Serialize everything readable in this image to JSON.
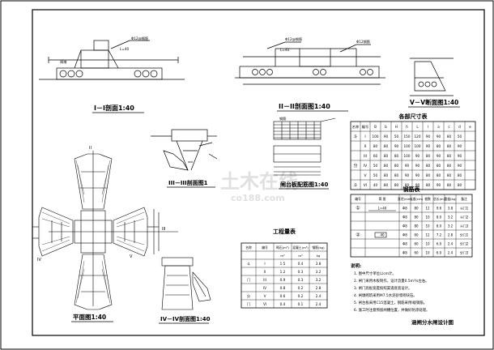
{
  "drawing": {
    "border_color": "#000000",
    "watermark": {
      "main": "土木在线",
      "sub": "co188.com",
      "color": "#c8c8c8"
    },
    "title": "涵闸分水闸设计图"
  },
  "views": {
    "section_1": "I－I剖面1:40",
    "section_2": "II－II剖面图1:40",
    "section_5": "V－V断面图1:40",
    "section_3": "III－III剖面图1",
    "rebar_detail": "闸台板配筋图1:40",
    "plan": "平面图1:40",
    "section_4": "IV－IV剖面图1:40"
  },
  "callouts": {
    "rebar_1": "Φ12@钢筋",
    "length_1": "L=40",
    "rebar_2": "Φ12@钢筋",
    "length_2": "L=40",
    "rebar_3": "Φ12钢筋",
    "rebar_4": "钢筋",
    "left_label": "闸墩",
    "iii_mark": "III",
    "ii_mark": "II",
    "v_mark": "V",
    "iv_mark": "IV"
  },
  "size_table": {
    "title": "各部尺寸表",
    "headers": [
      "名称",
      "编号",
      "B",
      "b",
      "H",
      "h",
      "L",
      "l",
      "a",
      "c",
      "d",
      "e"
    ],
    "rows": [
      {
        "group": "斗",
        "no": "I",
        "vals": [
          "100",
          "90",
          "50",
          "150",
          "120",
          "90",
          "90",
          "80",
          "50"
        ]
      },
      {
        "group": "",
        "no": "II",
        "vals": [
          "80",
          "80",
          "90",
          "100",
          "100",
          "90",
          "80",
          "80",
          "90"
        ]
      },
      {
        "group": "",
        "no": "III",
        "vals": [
          "60",
          "80",
          "80",
          "100",
          "90",
          "80",
          "90",
          "80",
          "90"
        ]
      },
      {
        "group": "分",
        "no": "IV",
        "vals": [
          "50",
          "80",
          "80",
          "90",
          "90",
          "80",
          "80",
          "80",
          "90"
        ]
      },
      {
        "group": "",
        "no": "V",
        "vals": [
          "50",
          "80",
          "80",
          "90",
          "90",
          "80",
          "80",
          "80",
          "80"
        ]
      },
      {
        "group": "斗",
        "no": "VI",
        "vals": [
          "40",
          "80",
          "80",
          "80",
          "90",
          "80",
          "90",
          "80",
          "80"
        ]
      }
    ]
  },
  "rebar_table": {
    "title": "钢筋表",
    "headers": [
      "编号",
      "简 图",
      "直径(mm)",
      "长度(cm)",
      "根数",
      "总长(m)",
      "重量(kg)",
      "备注"
    ],
    "rows": [
      {
        "no": "①",
        "sketch": "L=40",
        "d": "Φ8",
        "len": "80",
        "n": "12",
        "tot": "9.6",
        "w": "3.8",
        "note": "斗门1"
      },
      {
        "no": "",
        "sketch": "",
        "d": "Φ8",
        "len": "80",
        "n": "10",
        "tot": "8.0",
        "w": "3.2",
        "note": "斗门2"
      },
      {
        "no": "",
        "sketch": "",
        "d": "Φ8",
        "len": "80",
        "n": "10",
        "tot": "8.0",
        "w": "3.2",
        "note": "斗门3"
      },
      {
        "no": "②",
        "sketch": "40",
        "d": "Φ8",
        "len": "60",
        "n": "12",
        "tot": "7.2",
        "w": "2.8",
        "note": "分门1"
      },
      {
        "no": "",
        "sketch": "",
        "d": "Φ8",
        "len": "60",
        "n": "10",
        "tot": "6.0",
        "w": "2.4",
        "note": "分门2"
      },
      {
        "no": "",
        "sketch": "",
        "d": "Φ8",
        "len": "60",
        "n": "10",
        "tot": "6.0",
        "w": "2.4",
        "note": "分门3"
      }
    ]
  },
  "quantity_table": {
    "title": "工程量表",
    "headers": [
      "名称",
      "编号",
      "砌石(m³)",
      "混凝土(m³)",
      "钢筋(kg)"
    ],
    "units": [
      "",
      "",
      "m³",
      "m³",
      "kg"
    ],
    "rows": [
      {
        "group": "斗",
        "no": "I",
        "a": "1.5",
        "b": "0.4",
        "c": "3.8"
      },
      {
        "group": "",
        "no": "II",
        "a": "1.2",
        "b": "0.3",
        "c": "3.2"
      },
      {
        "group": "门",
        "no": "III",
        "a": "0.9",
        "b": "0.3",
        "c": "3.2"
      },
      {
        "group": "",
        "no": "IV",
        "a": "0.8",
        "b": "0.2",
        "c": "2.8"
      },
      {
        "group": "分",
        "no": "V",
        "a": "0.6",
        "b": "0.2",
        "c": "2.4"
      },
      {
        "group": "门",
        "no": "VI",
        "a": "0.4",
        "b": "0.1",
        "c": "2.4"
      }
    ]
  },
  "notes": {
    "heading": "说明:",
    "items": [
      "1. 图中尺寸单位以cm计。",
      "2. 闸门采用木板制作，设计流量0.5m³/s左右。",
      "3. 闸门底板宽度按照渠道底宽设计。",
      "4. 闸墩砌筑采用M7.5水泥砂浆砌块石。",
      "5. 闸台板采用C15混凝土，钢筋采用I级钢筋。",
      "6. 施工时注意预留闸槽位置，并做好防渗处理。"
    ]
  }
}
